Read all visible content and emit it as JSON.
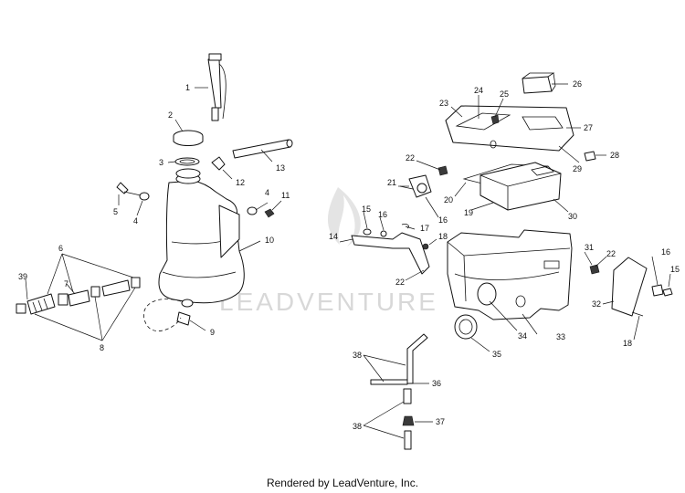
{
  "watermark": {
    "text": "LEADVENTURE"
  },
  "footer": {
    "text": "Rendered by LeadVenture, Inc."
  },
  "callouts": {
    "c1": "1",
    "c2": "2",
    "c3": "3",
    "c4a": "4",
    "c4b": "4",
    "c5": "5",
    "c6": "6",
    "c7": "7",
    "c8": "8",
    "c9": "9",
    "c10": "10",
    "c11": "11",
    "c12": "12",
    "c13": "13",
    "c14": "14",
    "c15a": "15",
    "c15b": "15",
    "c16a": "16",
    "c16b": "16",
    "c16c": "16",
    "c17": "17",
    "c18a": "18",
    "c18b": "18",
    "c19": "19",
    "c20": "20",
    "c21": "21",
    "c22a": "22",
    "c22b": "22",
    "c22c": "22",
    "c23": "23",
    "c24": "24",
    "c25": "25",
    "c26": "26",
    "c27": "27",
    "c28": "28",
    "c29": "29",
    "c30": "30",
    "c31": "31",
    "c32": "32",
    "c33": "33",
    "c34": "34",
    "c35": "35",
    "c36": "36",
    "c37": "37",
    "c38a": "38",
    "c38b": "38",
    "c39": "39"
  }
}
